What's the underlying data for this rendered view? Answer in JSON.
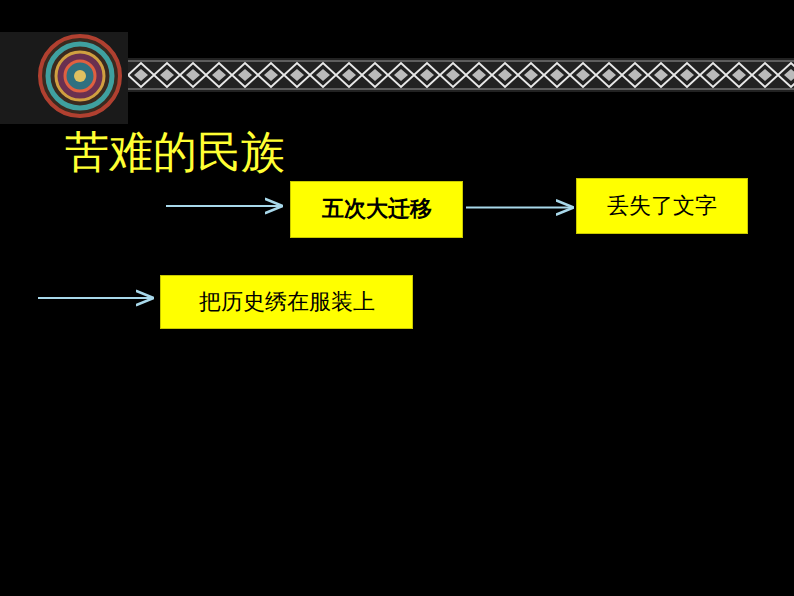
{
  "diagram": {
    "title": "苦难的民族",
    "nodes": [
      {
        "text": [
          "五次大迁移"
        ]
      },
      {
        "text": [
          "丢失了文字"
        ]
      },
      {
        "text": [
          "把历史绣在服装上"
        ]
      }
    ],
    "edges": [
      {
        "from": 0,
        "to": 1,
        "arrow": "to"
      }
    ]
  }
}
